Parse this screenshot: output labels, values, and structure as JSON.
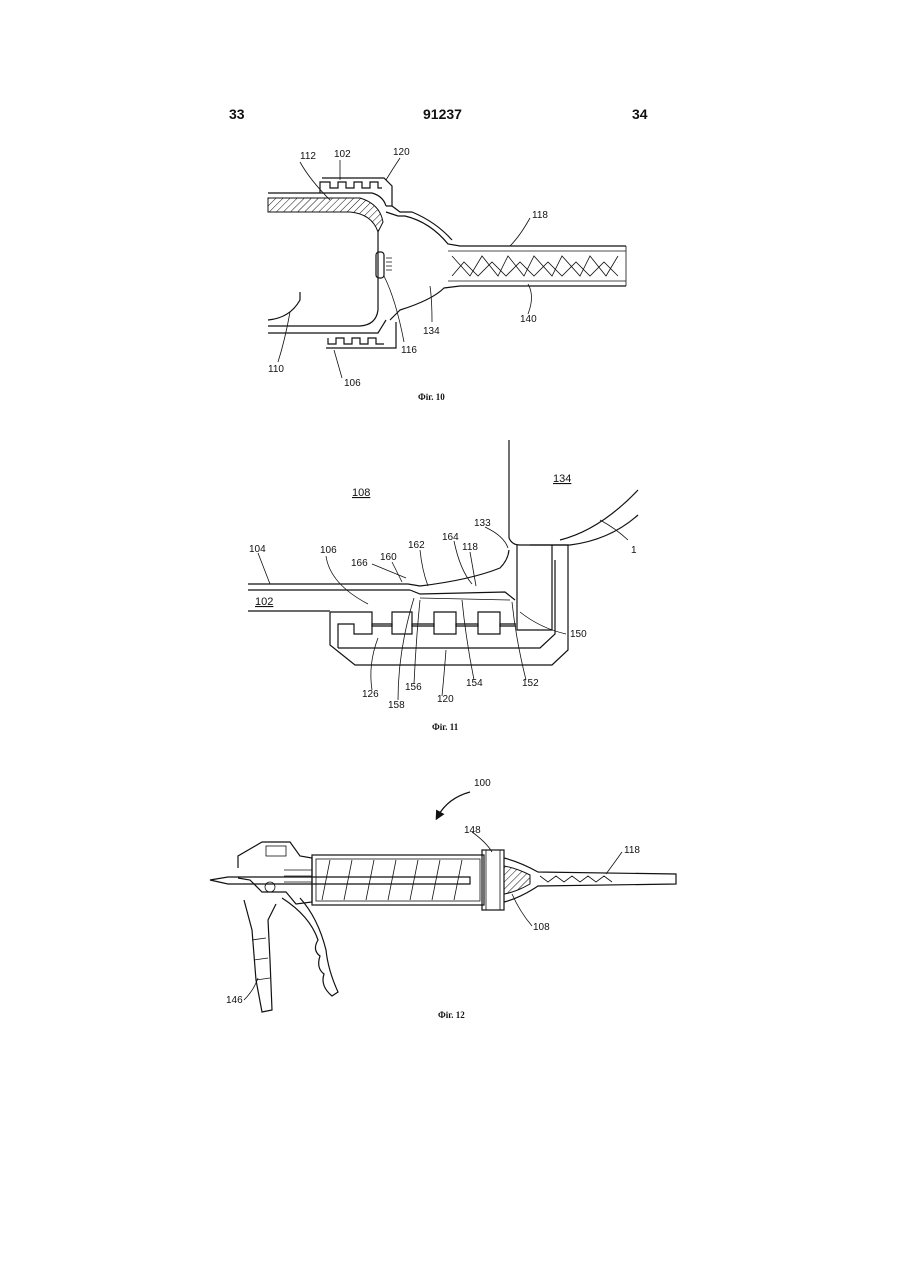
{
  "header": {
    "page_left": "33",
    "patent_number": "91237",
    "page_right": "34"
  },
  "fig10": {
    "caption": "Фіг. 10",
    "labels": {
      "l112": "112",
      "l102": "102",
      "l120": "120",
      "l118": "118",
      "l134": "134",
      "l140": "140",
      "l116": "116",
      "l110": "110",
      "l106": "106"
    }
  },
  "fig11": {
    "caption": "Фіг. 11",
    "labels": {
      "l108": "108",
      "l134": "134",
      "l133": "133",
      "l1": "1",
      "l104": "104",
      "l106": "106",
      "l166": "166",
      "l160": "160",
      "l162": "162",
      "l164": "164",
      "l118": "118",
      "l102": "102",
      "l150": "150",
      "l126": "126",
      "l156": "156",
      "l154": "154",
      "l152": "152",
      "l120": "120",
      "l158": "158"
    }
  },
  "fig12": {
    "caption": "Фіг. 12",
    "labels": {
      "l100": "100",
      "l148": "148",
      "l118": "118",
      "l108": "108",
      "l146": "146"
    }
  }
}
